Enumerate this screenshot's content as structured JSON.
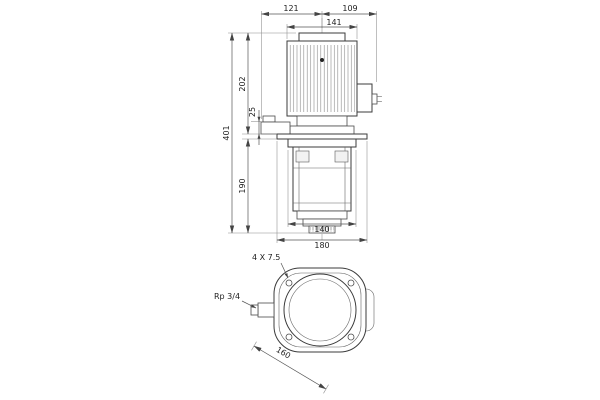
{
  "drawing": {
    "elevation": {
      "dim_121": "121",
      "dim_109": "109",
      "dim_141": "141",
      "dim_401": "401",
      "dim_202": "202",
      "dim_25": "25",
      "dim_190": "190",
      "dim_140": "140",
      "dim_180": "180"
    },
    "plan": {
      "holes_label": "4  X 7.5",
      "port_label": "Rp 3/4",
      "dim_160": "160"
    }
  }
}
